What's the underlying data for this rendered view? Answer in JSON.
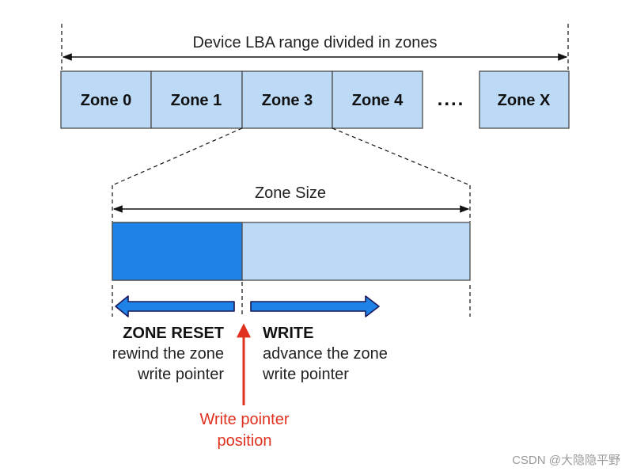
{
  "colors": {
    "zone_fill": "#bcd9f6",
    "zone_stroke": "#4a4a4a",
    "written_fill": "#1f82e8",
    "arrow_fill": "#1f82e8",
    "arrow_stroke": "#1a1a5a",
    "pointer_color": "#e0301e",
    "line_color": "#111111"
  },
  "device": {
    "range_label": "Device LBA range divided in zones",
    "zones": [
      "Zone 0",
      "Zone 1",
      "Zone 3",
      "Zone 4"
    ],
    "ellipsis": "....",
    "last_zone": "Zone X"
  },
  "zone_detail": {
    "size_label": "Zone Size"
  },
  "reset": {
    "title": "ZONE RESET",
    "line1": "rewind the zone",
    "line2": "write pointer"
  },
  "write": {
    "title": "WRITE",
    "line1": "advance the zone",
    "line2": "write pointer"
  },
  "pointer": {
    "line1": "Write pointer",
    "line2": "position"
  },
  "watermark": "CSDN @大隐隐平野"
}
